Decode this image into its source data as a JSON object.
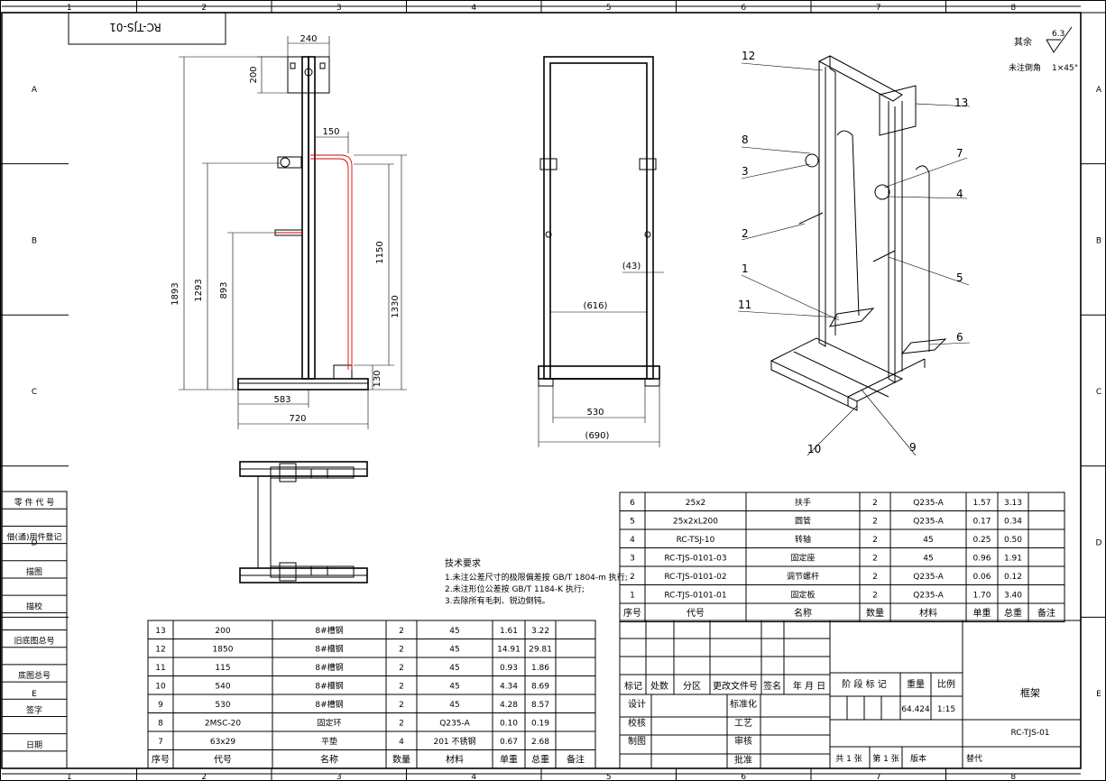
{
  "title_flip": "RC-TJS-01",
  "ruler_cols": [
    "1",
    "2",
    "3",
    "4",
    "5",
    "6",
    "7",
    "8"
  ],
  "ruler_rows": [
    "A",
    "B",
    "C",
    "D",
    "E"
  ],
  "side_panel": [
    "零 件 代 号",
    "借(通)用件登记",
    "描图",
    "描校",
    "旧底图总号",
    "底图总号",
    "签字",
    "日期"
  ],
  "surface": {
    "qiyu": "其余",
    "roughness": "6.3",
    "chamfer_label": "未注倒角",
    "chamfer_value": "1×45°"
  },
  "dims_side": {
    "d240": "240",
    "d200": "200",
    "d150": "150",
    "d1150": "1150",
    "d1330": "1330",
    "d1893": "1893",
    "d1293": "1293",
    "d893": "893",
    "d130": "130",
    "d583": "583",
    "d720": "720"
  },
  "dims_front": {
    "d43": "(43)",
    "d616": "(616)",
    "d530": "530",
    "d690": "(690)"
  },
  "callouts": [
    "12",
    "13",
    "8",
    "3",
    "7",
    "4",
    "2",
    "5",
    "1",
    "11",
    "6",
    "10",
    "9"
  ],
  "tech": {
    "title": "技术要求",
    "lines": [
      "1.未注公差尺寸的极限偏差按 GB/T 1804-m 执行;",
      "2.未注形位公差按 GB/T 1184-K 执行;",
      "3.去除所有毛刺、锐边倒钝。"
    ]
  },
  "bom_right": {
    "rows": [
      [
        "6",
        "25x2",
        "扶手",
        "2",
        "Q235-A",
        "1.57",
        "3.13",
        ""
      ],
      [
        "5",
        "25x2xL200",
        "圆管",
        "2",
        "Q235-A",
        "0.17",
        "0.34",
        ""
      ],
      [
        "4",
        "RC-TSJ-10",
        "转轴",
        "2",
        "45",
        "0.25",
        "0.50",
        ""
      ],
      [
        "3",
        "RC-TJS-0101-03",
        "固定座",
        "2",
        "45",
        "0.96",
        "1.91",
        ""
      ],
      [
        "2",
        "RC-TJS-0101-02",
        "调节螺杆",
        "2",
        "Q235-A",
        "0.06",
        "0.12",
        ""
      ],
      [
        "1",
        "RC-TJS-0101-01",
        "固定板",
        "2",
        "Q235-A",
        "1.70",
        "3.40",
        ""
      ]
    ],
    "header": [
      "序号",
      "代号",
      "名称",
      "数量",
      "材料",
      "单重",
      "总重",
      "备注"
    ]
  },
  "bom_left": {
    "rows": [
      [
        "13",
        "200",
        "8#槽钢",
        "2",
        "45",
        "1.61",
        "3.22",
        ""
      ],
      [
        "12",
        "1850",
        "8#槽钢",
        "2",
        "45",
        "14.91",
        "29.81",
        ""
      ],
      [
        "11",
        "115",
        "8#槽钢",
        "2",
        "45",
        "0.93",
        "1.86",
        ""
      ],
      [
        "10",
        "540",
        "8#槽钢",
        "2",
        "45",
        "4.34",
        "8.69",
        ""
      ],
      [
        "9",
        "530",
        "8#槽钢",
        "2",
        "45",
        "4.28",
        "8.57",
        ""
      ],
      [
        "8",
        "2MSC-20",
        "固定环",
        "2",
        "Q235-A",
        "0.10",
        "0.19",
        ""
      ],
      [
        "7",
        "63x29",
        "平垫",
        "4",
        "201 不锈钢",
        "0.67",
        "2.68",
        ""
      ]
    ],
    "header": [
      "序号",
      "代号",
      "名称",
      "数量",
      "材料",
      "单重",
      "总重",
      "备注"
    ]
  },
  "title_block": {
    "rev_headers": [
      "标记",
      "处数",
      "分区",
      "更改文件号",
      "签名",
      "年 月 日"
    ],
    "design": "设计",
    "check": "校核",
    "drawing": "制图",
    "std": "标准化",
    "craft": "工艺",
    "review": "审核",
    "approve": "批准",
    "stage": "阶 段 标 记",
    "weight_label": "重量",
    "scale_label": "比例",
    "weight": "64.424",
    "scale": "1:15",
    "part_name": "框架",
    "drawing_no": "RC-TJS-01",
    "sheets": "共 1 张",
    "sheet_no": "第 1 张",
    "version": "版本",
    "replace": "替代"
  }
}
